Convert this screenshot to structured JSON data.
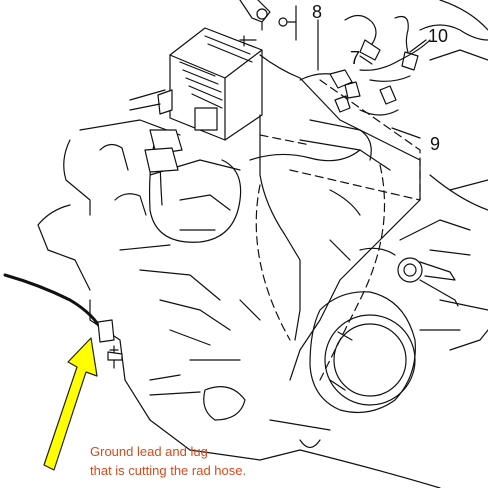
{
  "callouts": {
    "c7": "7",
    "c8": "8",
    "c9": "9",
    "c10": "10"
  },
  "annotation": {
    "line1": "Ground lead and lug",
    "line2": "that is cutting the rad hose."
  },
  "colors": {
    "annotation_text": "#d84a1b",
    "arrow_fill": "#ffff00",
    "line_art": "#111111"
  }
}
